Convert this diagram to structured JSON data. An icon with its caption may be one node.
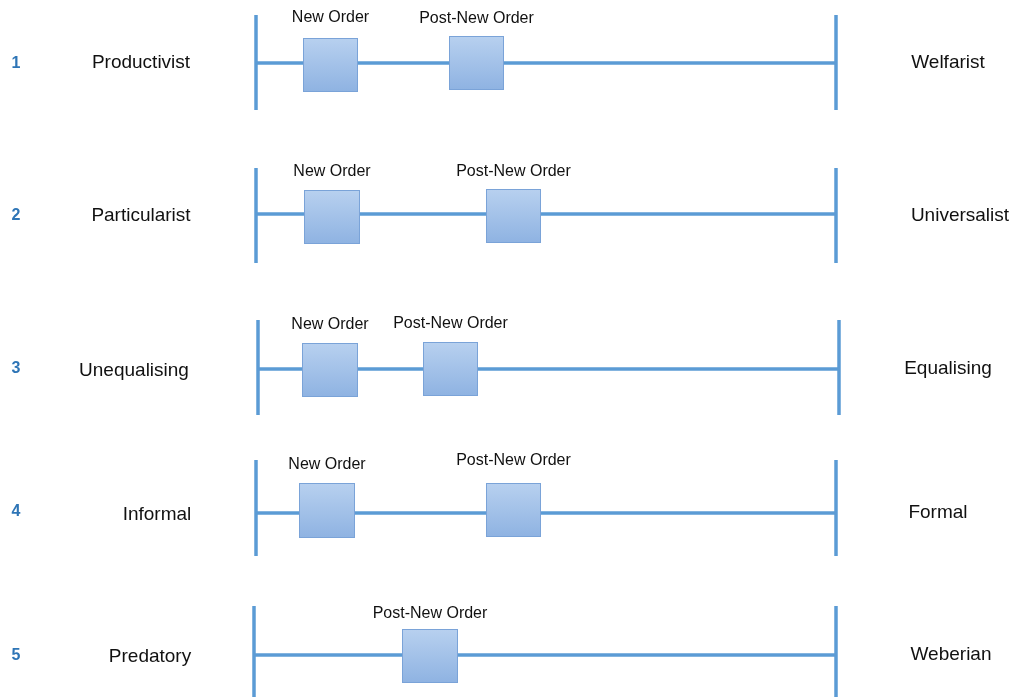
{
  "diagram": {
    "nodes": [
      {
        "text": [
          "New Order"
        ]
      },
      {
        "text": [
          "Post-New Order"
        ]
      },
      {
        "text": [
          "New Order"
        ]
      },
      {
        "text": [
          "Post-New Order"
        ]
      },
      {
        "text": [
          "New Order"
        ]
      },
      {
        "text": [
          "Post-New Order"
        ]
      },
      {
        "text": [
          "New Order"
        ]
      },
      {
        "text": [
          "Post-New Order"
        ]
      },
      {
        "text": [
          "Post-New Order"
        ]
      }
    ],
    "labels": [
      "1",
      "Productivist",
      "Welfarist",
      "2",
      "Particularist",
      "Universalist",
      "3",
      "Unequalising",
      "Equalising",
      "4",
      "Informal",
      "Formal",
      "5",
      "Predatory",
      "Weberian"
    ]
  }
}
